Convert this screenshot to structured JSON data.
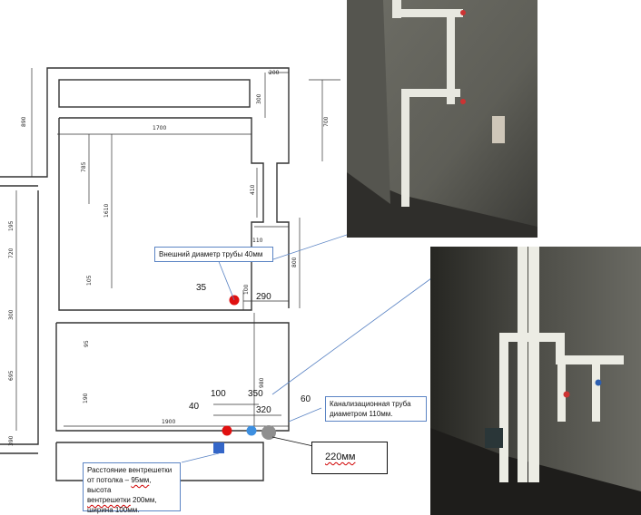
{
  "dimensions": {
    "d890": "890",
    "d200": "200",
    "d300": "300",
    "d700": "700",
    "d1700": "1700",
    "d785": "785",
    "d1610": "1610",
    "d410": "410",
    "d195": "195",
    "d720": "720",
    "d110": "110",
    "d800": "800",
    "d105": "105",
    "d100": "100",
    "d300b": "300",
    "d95": "95",
    "d695": "695",
    "d980": "980",
    "d190": "190",
    "d1900": "1900",
    "d390": "390"
  },
  "labels": {
    "pipe_tl_offset": "35",
    "pipe_tl_dist": "290",
    "bottom_40": "40",
    "bottom_100": "100",
    "bottom_350": "350",
    "bottom_320": "320",
    "bottom_60": "60",
    "size_220": "220мм"
  },
  "callouts": {
    "outer_diameter": "Внешний диаметр трубы 40мм",
    "sewer_line1": "Канализационная труба",
    "sewer_line2": "диаметром 110мм.",
    "vent_line1": "Расстояние вентрешетки",
    "vent_line2a": "от потолка – ",
    "vent_line2b": "95мм",
    "vent_line2c": ", высота",
    "vent_line3a": "вентрешетки",
    "vent_line3b": " 200мм,",
    "vent_line4": "ширина 100мм."
  },
  "colors": {
    "hot_pipe": "#e01010",
    "cold_pipe": "#3d8fe0",
    "sewer_pipe": "#8f8f8f",
    "vent_grille": "#3466c8",
    "callout_border": "#5b84c4"
  }
}
